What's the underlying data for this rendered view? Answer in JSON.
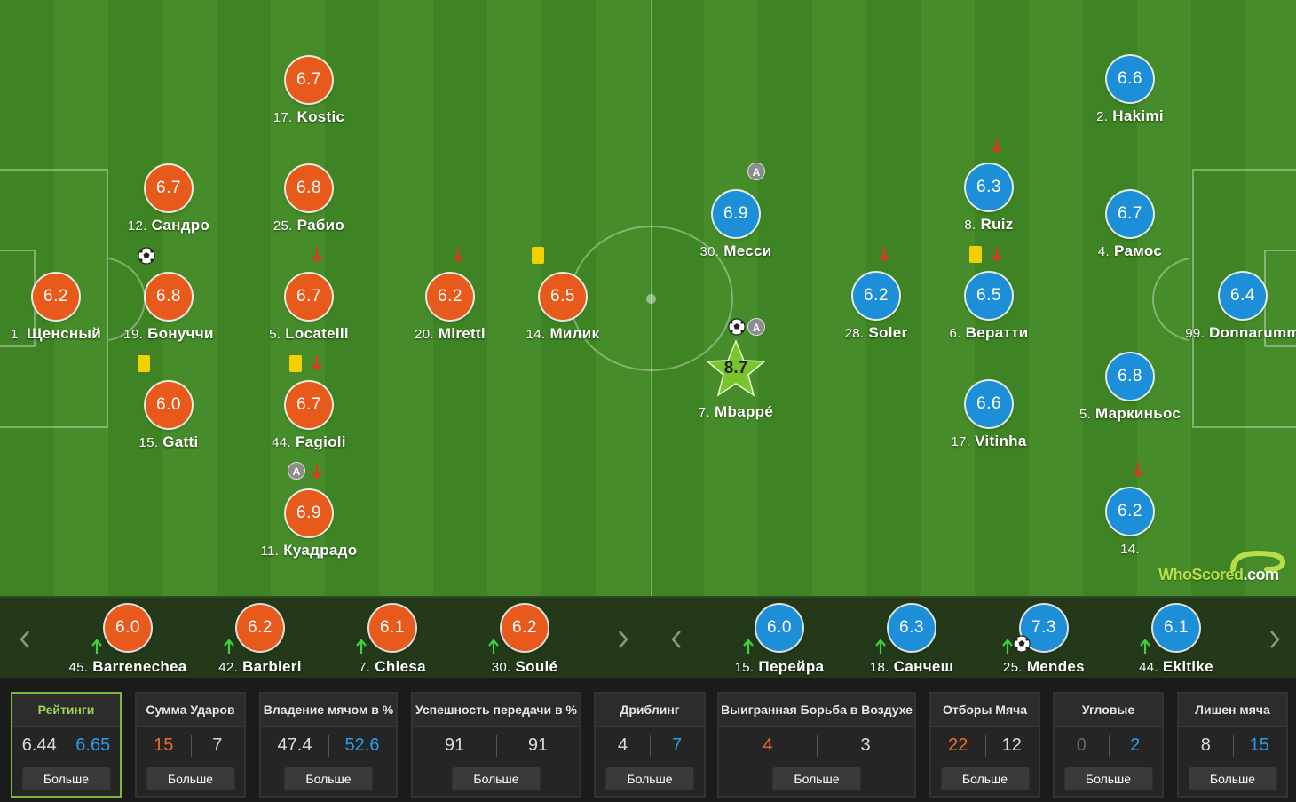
{
  "colors": {
    "home": "#e8591c",
    "away": "#1d8fd8",
    "motm": "#7bc42d",
    "accent": "#7cb83b",
    "yellow_card": "#f5d000"
  },
  "pitch": {
    "home_players": [
      {
        "num": "1.",
        "name": "Щенсный",
        "rating": "6.2"
      },
      {
        "num": "12.",
        "name": "Сандро",
        "rating": "6.7"
      },
      {
        "num": "19.",
        "name": "Бонуччи",
        "rating": "6.8",
        "goal": true
      },
      {
        "num": "15.",
        "name": "Gatti",
        "rating": "6.0",
        "yellow": true
      },
      {
        "num": "17.",
        "name": "Kostic",
        "rating": "6.7"
      },
      {
        "num": "25.",
        "name": "Рабио",
        "rating": "6.8"
      },
      {
        "num": "5.",
        "name": "Locatelli",
        "rating": "6.7",
        "subbed_off": true
      },
      {
        "num": "44.",
        "name": "Fagioli",
        "rating": "6.7",
        "yellow": true,
        "subbed_off": true
      },
      {
        "num": "11.",
        "name": "Куадрадо",
        "rating": "6.9",
        "assist": true,
        "subbed_off": true
      },
      {
        "num": "20.",
        "name": "Miretti",
        "rating": "6.2",
        "subbed_off": true
      },
      {
        "num": "14.",
        "name": "Милик",
        "rating": "6.5",
        "yellow": true
      }
    ],
    "away_players": [
      {
        "num": "30.",
        "name": "Месси",
        "rating": "6.9",
        "assist": true
      },
      {
        "num": "7.",
        "name": "Mbappé",
        "rating": "8.7",
        "goal": true,
        "assist": true,
        "motm": true
      },
      {
        "num": "28.",
        "name": "Soler",
        "rating": "6.2",
        "subbed_off": true
      },
      {
        "num": "8.",
        "name": "Ruiz",
        "rating": "6.3",
        "subbed_off": true
      },
      {
        "num": "6.",
        "name": "Вератти",
        "rating": "6.5",
        "yellow": true,
        "subbed_off": true
      },
      {
        "num": "17.",
        "name": "Vitinha",
        "rating": "6.6"
      },
      {
        "num": "2.",
        "name": "Hakimi",
        "rating": "6.6"
      },
      {
        "num": "4.",
        "name": "Рамос",
        "rating": "6.7"
      },
      {
        "num": "5.",
        "name": "Маркиньос",
        "rating": "6.8"
      },
      {
        "num": "14.",
        "name": "",
        "rating": "6.2",
        "subbed_off": true
      },
      {
        "num": "99.",
        "name": "Donnarumm",
        "rating": "6.4"
      }
    ]
  },
  "logo": {
    "text_a": "WhoScored",
    "text_b": ".com"
  },
  "subs": {
    "home": [
      {
        "num": "45.",
        "name": "Barrenechea",
        "rating": "6.0"
      },
      {
        "num": "42.",
        "name": "Barbieri",
        "rating": "6.2"
      },
      {
        "num": "7.",
        "name": "Chiesa",
        "rating": "6.1"
      },
      {
        "num": "30.",
        "name": "Soulé",
        "rating": "6.2"
      }
    ],
    "away": [
      {
        "num": "15.",
        "name": "Перейра",
        "rating": "6.0"
      },
      {
        "num": "18.",
        "name": "Санчеш",
        "rating": "6.3"
      },
      {
        "num": "25.",
        "name": "Mendes",
        "rating": "7.3",
        "goal": true
      },
      {
        "num": "44.",
        "name": "Ekitike",
        "rating": "6.1"
      }
    ]
  },
  "stats": [
    {
      "title": "Рейтинги",
      "home": "6.44",
      "away": "6.65",
      "more": "Больше",
      "active": true,
      "hc": "c-white",
      "ac": "c-blue"
    },
    {
      "title": "Сумма Ударов",
      "home": "15",
      "away": "7",
      "more": "Больше",
      "hc": "c-orange",
      "ac": "c-white"
    },
    {
      "title": "Владение мячом в %",
      "home": "47.4",
      "away": "52.6",
      "more": "Больше",
      "hc": "c-white",
      "ac": "c-blue"
    },
    {
      "title": "Успешность передачи в %",
      "home": "91",
      "away": "91",
      "more": "Больше",
      "hc": "c-white",
      "ac": "c-white"
    },
    {
      "title": "Дриблинг",
      "home": "4",
      "away": "7",
      "more": "Больше",
      "hc": "c-white",
      "ac": "c-blue"
    },
    {
      "title": "Выигранная Борьба в Воздухе",
      "home": "4",
      "away": "3",
      "more": "Больше",
      "hc": "c-orange",
      "ac": "c-white"
    },
    {
      "title": "Отборы Мяча",
      "home": "22",
      "away": "12",
      "more": "Больше",
      "hc": "c-orange",
      "ac": "c-white"
    },
    {
      "title": "Угловые",
      "home": "0",
      "away": "2",
      "more": "Больше",
      "hc": "c-grey",
      "ac": "c-blue"
    },
    {
      "title": "Лишен мяча",
      "home": "8",
      "away": "15",
      "more": "Больше",
      "hc": "c-white",
      "ac": "c-blue"
    }
  ]
}
